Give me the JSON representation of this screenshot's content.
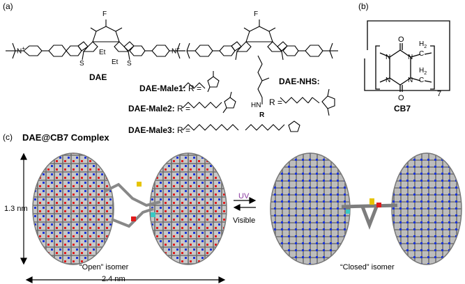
{
  "panel_labels": {
    "a": "(a)",
    "b": "(b)",
    "c": "(c)"
  },
  "structures": {
    "dae_label": "DAE",
    "dae_nhs_label": "DAE-NHS",
    "dae_nhs_suffix": ":",
    "r_eq": "R =",
    "r_group": "R",
    "et1": "Et",
    "et2": "Et",
    "so2_left": "S",
    "so2_right": "S",
    "ring_f": "F",
    "variants": [
      {
        "name": "DAE-Male1:",
        "eq": "R ="
      },
      {
        "name": "DAE-Male2:",
        "eq": "R ="
      },
      {
        "name": "DAE-Male3:",
        "eq": "R ="
      }
    ],
    "amide_hn": "HN"
  },
  "cb7": {
    "label": "CB7",
    "subscript": "7",
    "h2": "H",
    "h2_sub": "2",
    "c": "C",
    "n": "N",
    "o": "O"
  },
  "complex": {
    "title": "DAE@CB7 Complex",
    "height_label": "1.3 nm",
    "width_label": "2.4 nm",
    "open_caption": "“Open” isomer",
    "closed_caption": "“Closed” isomer",
    "uv_label": "UV",
    "visible_label": "Visible"
  },
  "colors": {
    "carbon": "#8a8a8a",
    "oxygen": "#e01b1b",
    "nitrogen": "#1a33d9",
    "sulfur": "#e6c400",
    "fluorine": "#39c9c4",
    "uv": "#8a3aa0"
  }
}
